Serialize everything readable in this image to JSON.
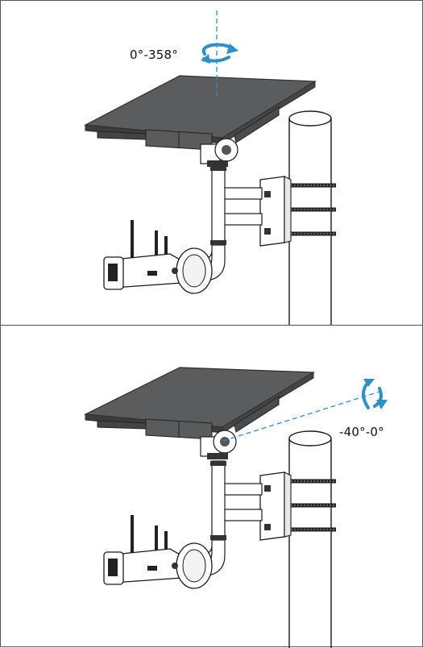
{
  "panels": [
    {
      "id": "pan-rotation",
      "angle_label": "0°-358°"
    },
    {
      "id": "tilt-rotation",
      "angle_label": "-40°-0°"
    }
  ],
  "colors": {
    "panel_top": "#5b5c5e",
    "panel_edge": "#3b3c3e",
    "accent_blue": "#2f8fc8",
    "line": "#1a1a1a"
  },
  "icons": [
    "rotate-horizontal-icon",
    "rotate-vertical-icon"
  ]
}
